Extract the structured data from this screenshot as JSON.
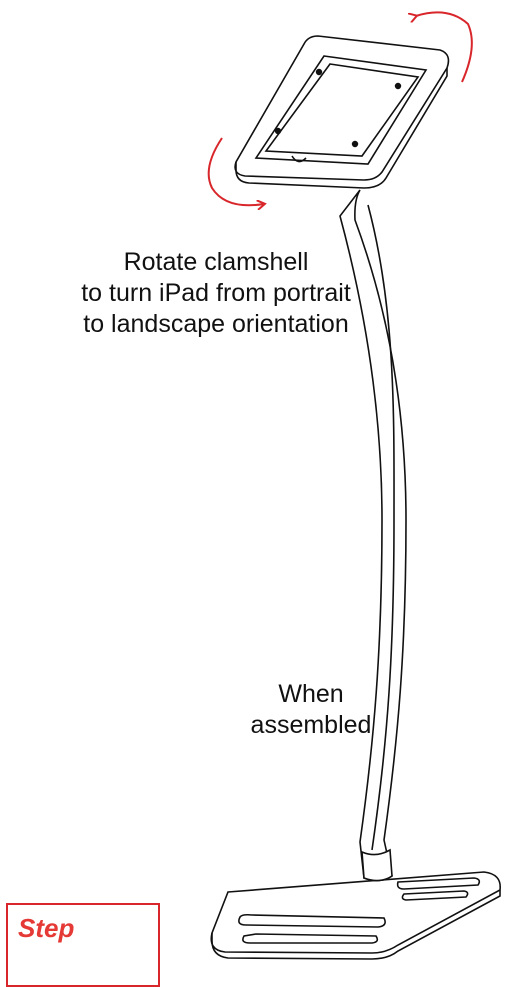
{
  "captions": {
    "rotate_lines": [
      "Rotate clamshell",
      "to turn iPad from portrait",
      "to landscape orientation"
    ],
    "assembled_lines": [
      "When",
      "assembled"
    ]
  },
  "warning_box": {
    "text": "Step",
    "color": "#e53935"
  },
  "colors": {
    "line": "#111111",
    "arrow": "#d8262b"
  }
}
